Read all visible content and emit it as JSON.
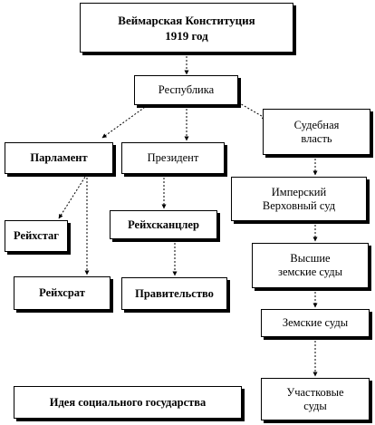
{
  "diagram": {
    "nodes": {
      "constitution": "Веймарская Конституция\n1919 год",
      "republic": "Республика",
      "parliament": "Парламент",
      "president": "Президент",
      "judicial": "Судебная\nвласть",
      "reichstag": "Рейхстаг",
      "reichsrat": "Рейхсрат",
      "chancellor": "Рейхсканцлер",
      "government": "Правительство",
      "imperial_court": "Имперский\nВерховный суд",
      "higher_courts": "Высшие\nземские суды",
      "land_courts": "Земские суды",
      "district_courts": "Участковые\nсуды",
      "social_state": "Идея социального государства"
    },
    "edges": [
      [
        "constitution",
        "republic"
      ],
      [
        "republic",
        "parliament"
      ],
      [
        "republic",
        "president"
      ],
      [
        "republic",
        "judicial"
      ],
      [
        "parliament",
        "reichstag"
      ],
      [
        "parliament",
        "reichsrat"
      ],
      [
        "president",
        "chancellor"
      ],
      [
        "chancellor",
        "government"
      ],
      [
        "judicial",
        "imperial_court"
      ],
      [
        "imperial_court",
        "higher_courts"
      ],
      [
        "higher_courts",
        "land_courts"
      ],
      [
        "land_courts",
        "district_courts"
      ]
    ]
  }
}
